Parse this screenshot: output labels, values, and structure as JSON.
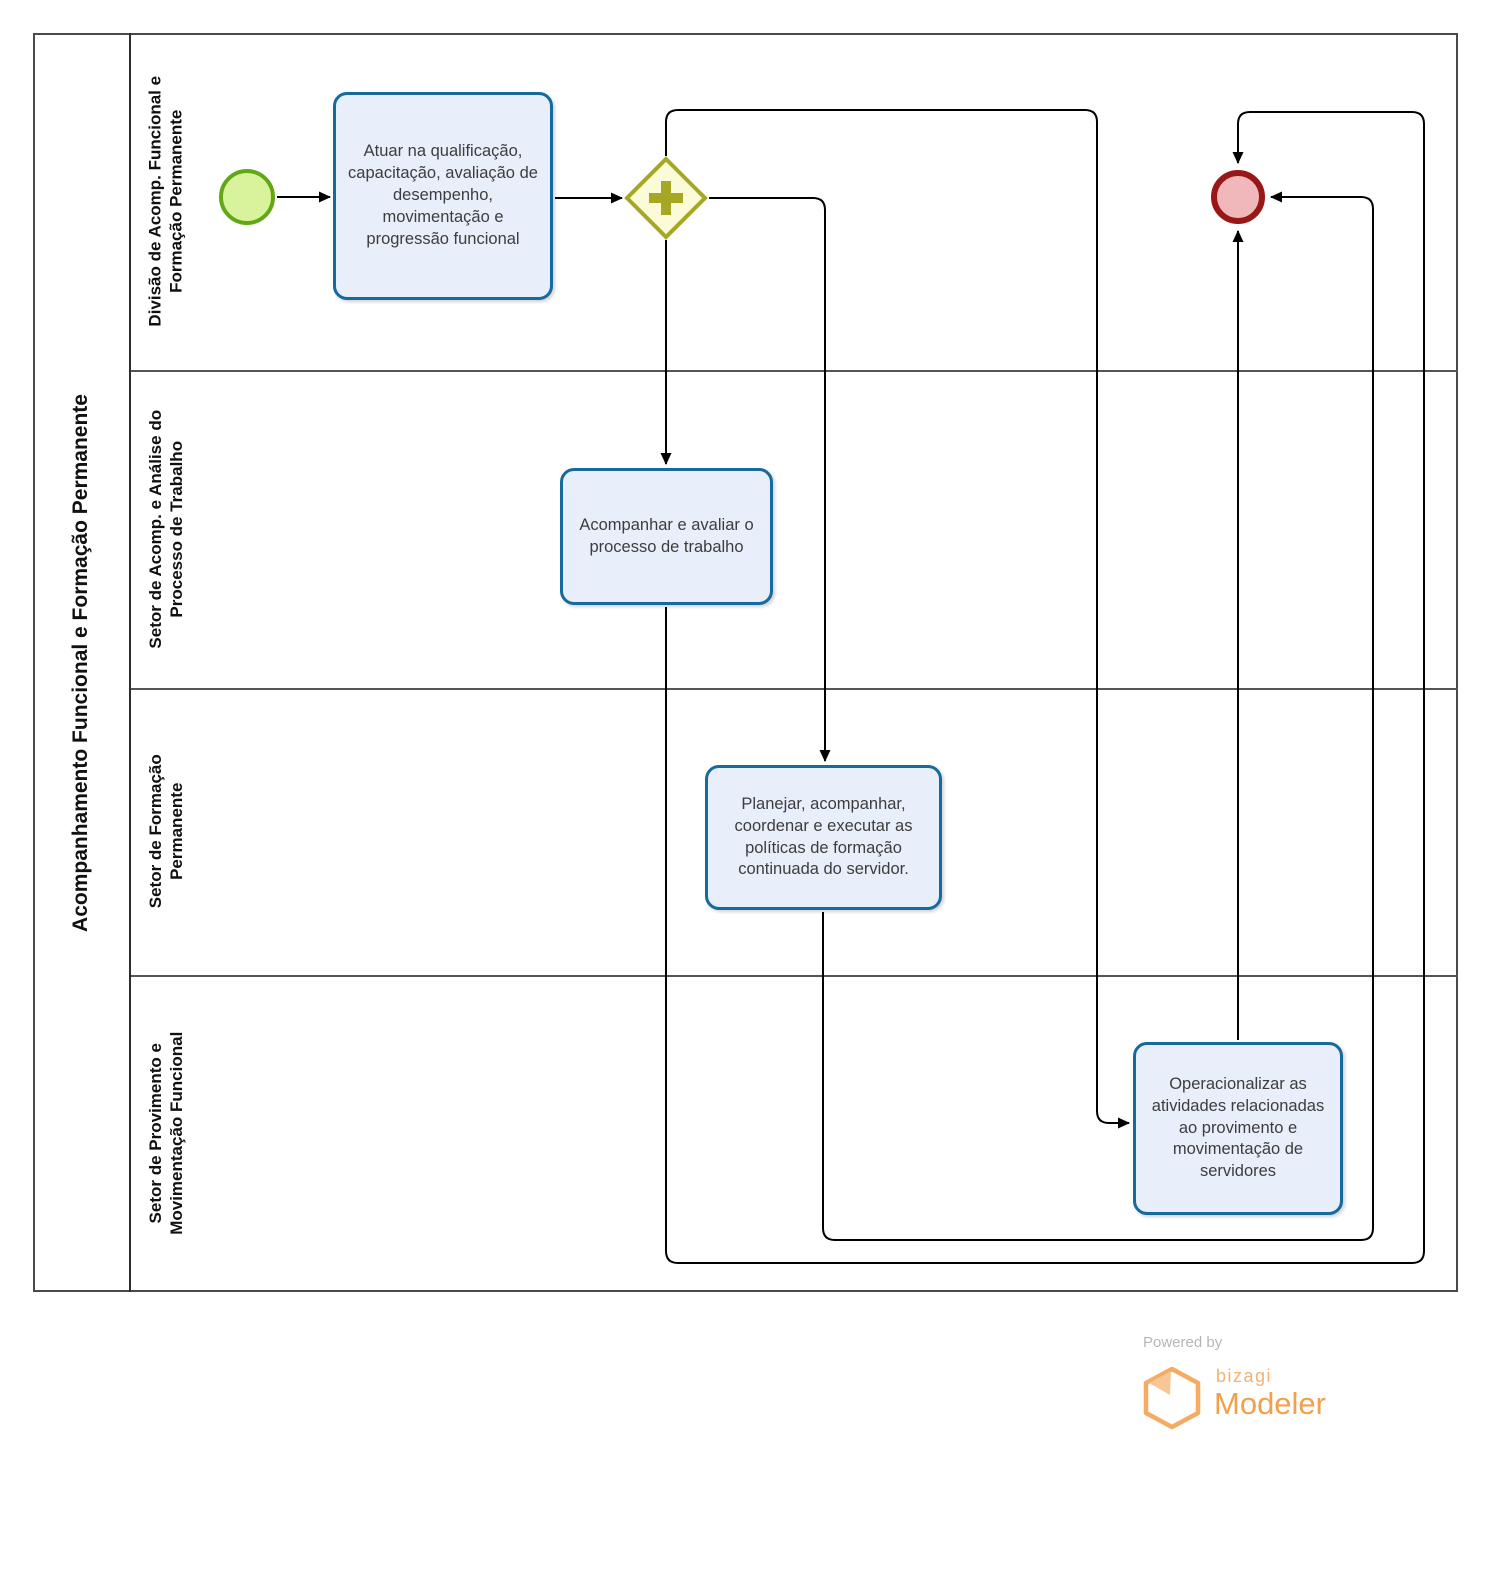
{
  "pool": {
    "title": "Acompanhamento Funcional e Formação Permanente",
    "lanes": [
      {
        "label": "Divisão de Acomp. Funcional e Formação Permanente"
      },
      {
        "label": "Setor de Acomp. e Análise do Processo de Trabalho"
      },
      {
        "label": "Setor de Formação Permanente"
      },
      {
        "label": "Setor de Provimento e Movimentação Funcional"
      }
    ]
  },
  "nodes": {
    "start_event": {
      "kind": "bpmn-start-event",
      "icon": "start-event-circle-icon"
    },
    "gateway": {
      "kind": "bpmn-parallel-gateway",
      "icon": "plus-icon"
    },
    "task1": {
      "label": "Atuar na qualificação, capacitação, avaliação de desempenho, movimentação e progressão funcional"
    },
    "task2": {
      "label": "Acompanhar e avaliar o processo de trabalho"
    },
    "task3": {
      "label": "Planejar, acompanhar, coordenar e executar as políticas de formação continuada do servidor."
    },
    "task4": {
      "label": "Operacionalizar as atividades relacionadas ao provimento e movimentação de servidores"
    },
    "end_event": {
      "kind": "bpmn-end-event",
      "icon": "end-event-circle-icon"
    }
  },
  "colors": {
    "task_fill": "#e9eefb",
    "task_border": "#166a9d",
    "start_fill": "#d9f39c",
    "start_border": "#62a716",
    "gateway_fill": "#fbfbd7",
    "gateway_border": "#a6a825",
    "end_fill": "#f0b8ba",
    "end_border": "#991717",
    "flow_line": "#000000",
    "lane_line": "#555555",
    "brand_orange": "#f3a04c"
  },
  "footer": {
    "powered_by": "Powered by",
    "brand": "bizagi",
    "product": "Modeler",
    "logo_icon": "bizagi-box-icon"
  }
}
